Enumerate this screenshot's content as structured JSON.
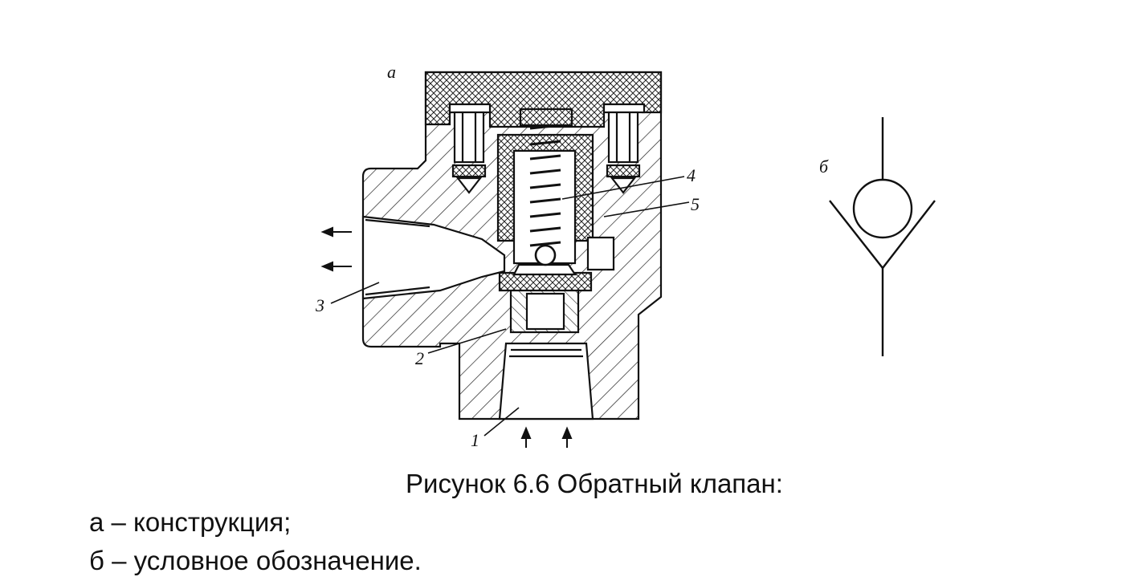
{
  "figure": {
    "labels": {
      "view_a": "a",
      "view_b": "б",
      "part_1": "1",
      "part_2": "2",
      "part_3": "3",
      "part_4": "4",
      "part_5": "5"
    }
  },
  "caption": {
    "title": "Рисунок 6.6 Обратный клапан:",
    "items": [
      "а – конструкция;",
      "б – условное обозначение."
    ]
  }
}
